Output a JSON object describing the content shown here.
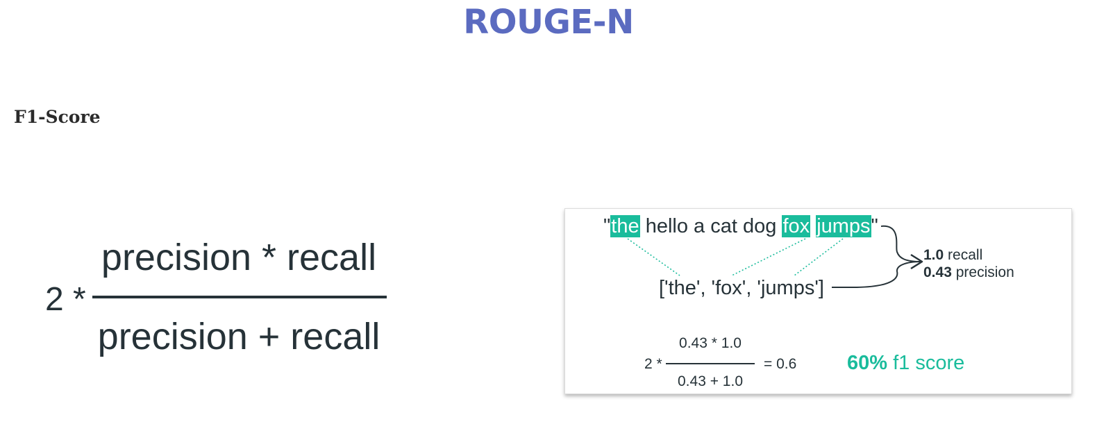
{
  "title": "ROUGE-N",
  "section_heading": "F1-Score",
  "formula": {
    "coefficient": "2 *",
    "numerator": "precision * recall",
    "denominator": "precision + recall"
  },
  "example": {
    "sentence": {
      "open_quote": "\"",
      "words": [
        "the",
        "hello",
        "a",
        "cat",
        "dog",
        "fox",
        "jumps"
      ],
      "highlighted_words": [
        "the",
        "fox",
        "jumps"
      ],
      "close_quote": "\""
    },
    "tokens_text": "['the', 'fox', 'jumps']",
    "recall_value": "1.0",
    "recall_label": "recall",
    "precision_value": "0.43",
    "precision_label": "precision",
    "calc": {
      "coefficient": "2 *",
      "numerator": "0.43 * 1.0",
      "denominator": "0.43 + 1.0",
      "equals": "= 0.6"
    },
    "f1_percent": "60%",
    "f1_label": "f1 score",
    "colors": {
      "highlight": "#1abc9c",
      "text": "#263238",
      "title": "#5b6bc0"
    }
  }
}
